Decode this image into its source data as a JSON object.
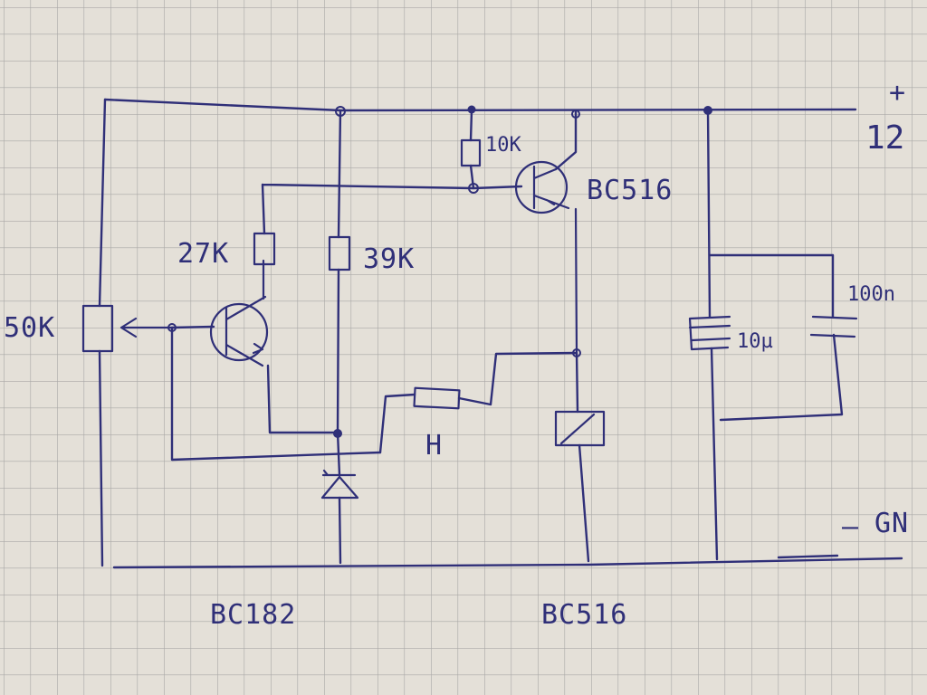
{
  "schematic": {
    "supply_label": "12",
    "ground_label": "GN",
    "components": {
      "pot_label": "50K",
      "r_base_label": "27K",
      "r_bias_label": "39K",
      "r_top_label": "10K",
      "transistor_top_label": "BC516",
      "r_series_label": "H",
      "cap_electrolytic_label": "10µ",
      "cap_film_label": "100n"
    },
    "footer": {
      "left_part": "BC182",
      "right_part": "BC516"
    }
  },
  "colors": {
    "paper": "#e4e0d8",
    "grid": "#a9a8a6",
    "ink": "#2f2f78"
  }
}
